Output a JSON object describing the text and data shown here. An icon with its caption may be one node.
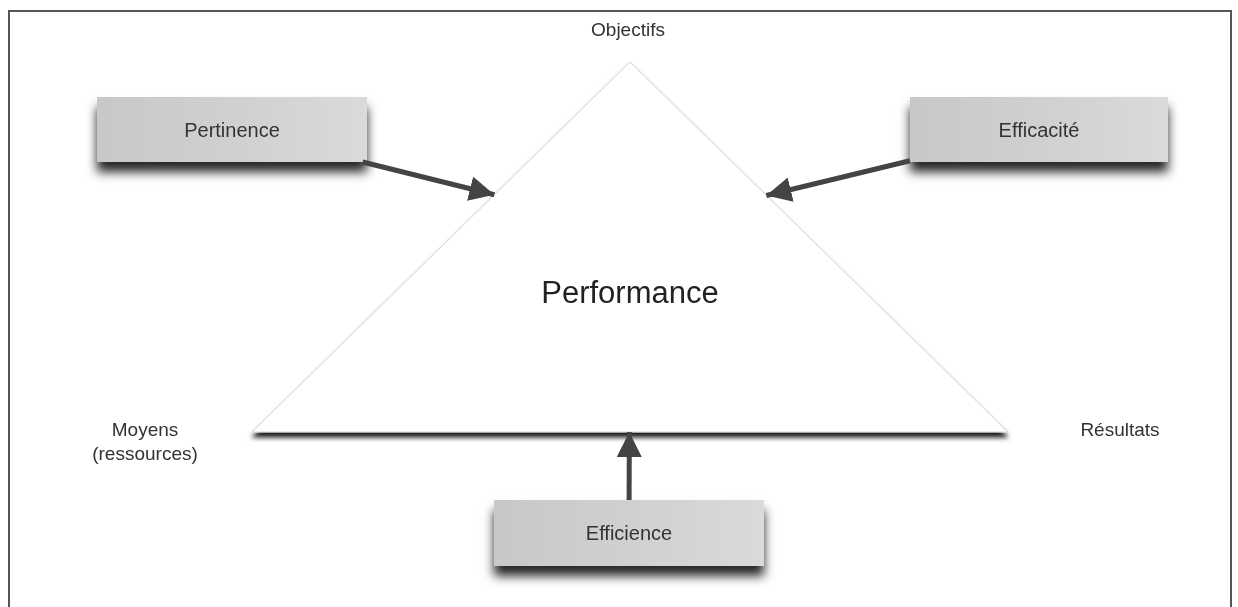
{
  "diagram": {
    "nodes": [
      {
        "text": [
          "Performance"
        ]
      },
      {
        "text": [
          "Pertinence"
        ]
      },
      {
        "text": [
          "Efficacité"
        ]
      },
      {
        "text": [
          "Efficience"
        ]
      }
    ],
    "edges": [
      {
        "from": 1,
        "to": 0,
        "arrow": "to"
      },
      {
        "from": 2,
        "to": 0,
        "arrow": "to"
      },
      {
        "from": 3,
        "to": 0,
        "arrow": "to"
      }
    ],
    "labels": [
      "Objectifs",
      "Moyens (ressources)",
      "Résultats"
    ]
  }
}
